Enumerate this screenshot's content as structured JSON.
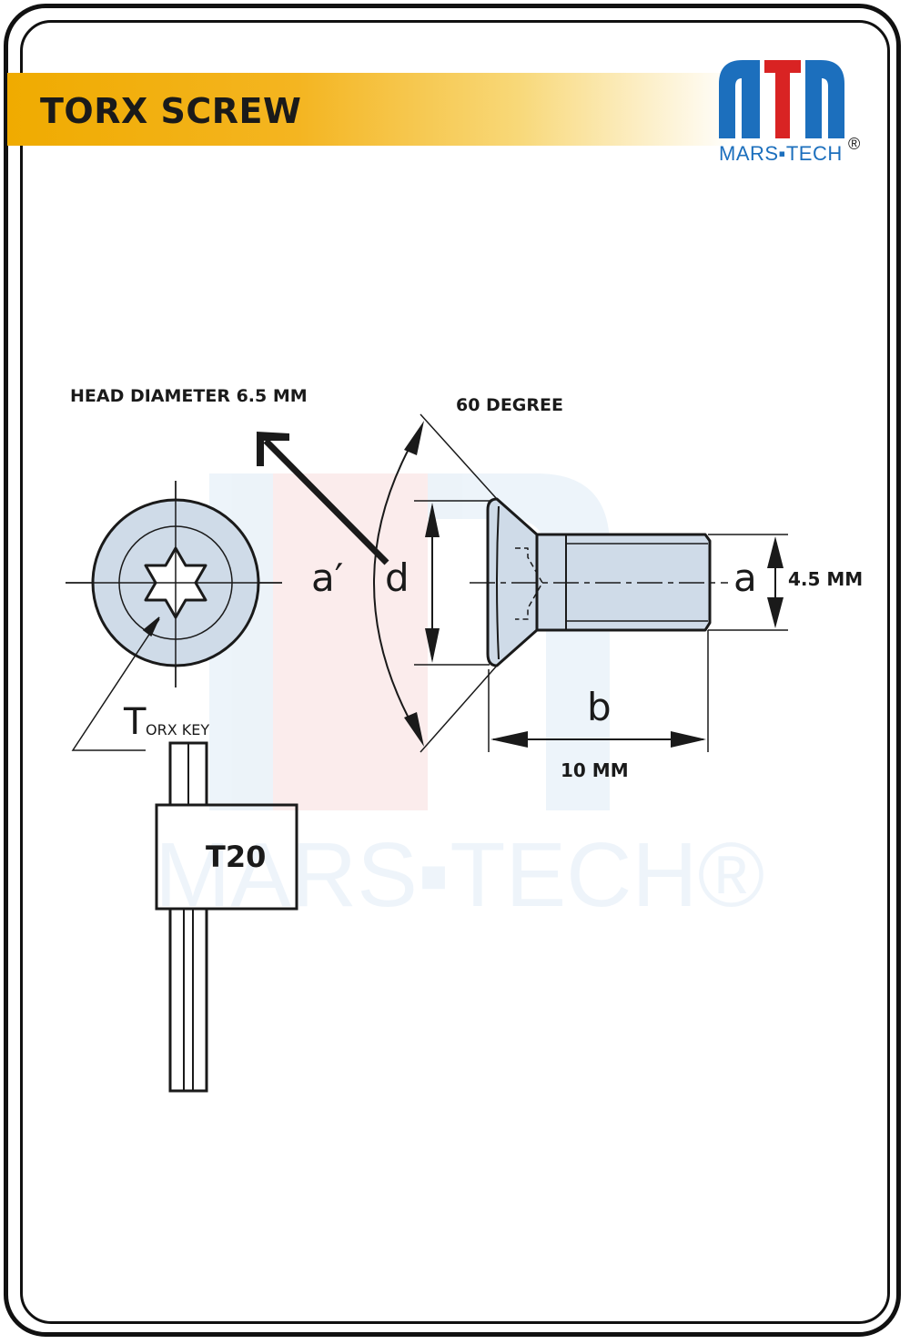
{
  "header": {
    "title": "TORX SCREW"
  },
  "logo": {
    "name": "MARS▪TECH",
    "registered": "®"
  },
  "watermark": {
    "text": "MARS▪TECH®"
  },
  "labels": {
    "head_diameter": "HEAD DIAMETER 6.5 MM",
    "angle": "60 DEGREE",
    "sym_a_prime": "a′",
    "sym_d": "d",
    "sym_a": "a",
    "shank_diameter": "4.5 MM",
    "sym_b": "b",
    "length": "10 MM",
    "torx_key_initial": "T",
    "torx_key_rest": "ORX KEY",
    "key_size": "T20"
  },
  "colors": {
    "accent_orange": "#f0ab00",
    "logo_blue": "#1c6fbd",
    "logo_red": "#d92323",
    "screw_fill": "#cfdbe8",
    "line": "#1a1a1a"
  },
  "icons": {
    "logo_mark": "mars-tech-logo-icon",
    "head_view": "torx-head-icon",
    "key": "torx-key-icon"
  }
}
